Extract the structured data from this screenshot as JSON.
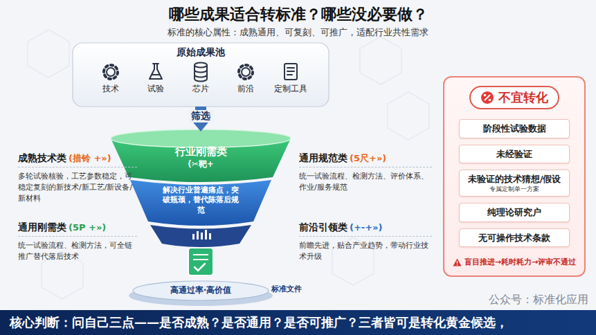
{
  "diagram": {
    "title": "哪些成果适合转标准？哪些没必要做？",
    "caption": "核心判断：问自己三点——是否成熟？是否通用？是否可推广？三者皆可是转化黄金候选，",
    "nodes": [
      {
        "text": [
          "原始成果池"
        ]
      },
      {
        "text": [
          "行业刚需类",
          "(✂靶+"
        ]
      },
      {
        "text": [
          "解决行业普遍痛点，突破瓶颈，替代陈落后规范"
        ]
      },
      {
        "text": [
          "高通过率·高价值"
        ]
      },
      {
        "text": [
          "成熟技术类",
          "(措铃 +»)",
          "多轮试验核验，工艺参数稳定，可稳定复刻的新技术/新工艺/新设备/新材料"
        ]
      },
      {
        "text": [
          "通用规范类",
          "(5尺+»)",
          "统一试验流程、检测方法、评价体系、作业/服务规范"
        ]
      },
      {
        "text": [
          "通用刚需类",
          "(5P +»)",
          "统一试验流程、检测方法，可全链推广替代落后技术"
        ]
      },
      {
        "text": [
          "前沿引领类",
          "(+-+»)",
          "前瞻先进，贴合产业趋势，带动行业技术升级"
        ]
      },
      {
        "text": [
          "不宜转化",
          "盲目推进→耗时耗力→评审不通过"
        ]
      },
      {
        "text": [
          "阶段性试验数据"
        ],
        "in": 8
      },
      {
        "text": [
          "未经验证"
        ],
        "in": 8
      },
      {
        "text": [
          "未验证的技术猜想/假设",
          "专属定制单一方案"
        ],
        "in": 8
      },
      {
        "text": [
          "纯理论研究户"
        ],
        "in": 8
      },
      {
        "text": [
          "无可操作技术条款"
        ],
        "in": 8
      }
    ],
    "edges": [
      {
        "from": 0,
        "to": 1,
        "arrow": "to",
        "label": "筛选"
      }
    ],
    "labels": [
      "标准的核心属性：成熟通用、可复刻、可推广，适配行业共性需求",
      "技术",
      "试验",
      "芯片",
      "前沿",
      "定制工具",
      "标准文件",
      "公众号：标准化应用"
    ]
  }
}
